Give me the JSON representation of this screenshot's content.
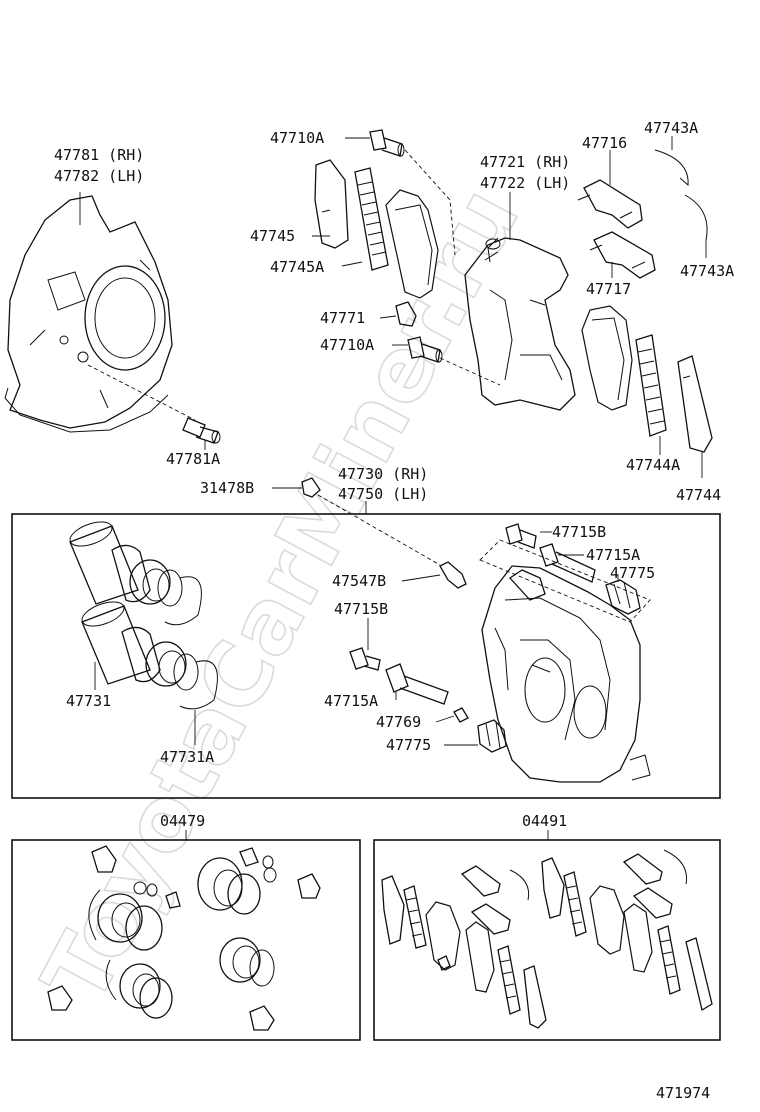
{
  "watermark": "ToyotaCarMiner.ru",
  "figure_number": "471974",
  "labels": {
    "p47781": "47781 (RH)",
    "p47782": "47782 (LH)",
    "p47781a": "47781A",
    "p47710a_top": "47710A",
    "p47745": "47745",
    "p47745a": "47745A",
    "p47771": "47771",
    "p47710a_mid": "47710A",
    "p47721": "47721 (RH)",
    "p47722": "47722 (LH)",
    "p47716": "47716",
    "p47717": "47717",
    "p47743a_top": "47743A",
    "p47743a_bot": "47743A",
    "p47744a": "47744A",
    "p47744": "47744",
    "p31478b": "31478B",
    "p47730": "47730 (RH)",
    "p47750": "47750 (LH)",
    "p47715b_top": "47715B",
    "p47715a_top": "47715A",
    "p47775_top": "47775",
    "p47547b": "47547B",
    "p47715b_mid": "47715B",
    "p47715a_mid": "47715A",
    "p47769": "47769",
    "p47775_bot": "47775",
    "p47731": "47731",
    "p47731a": "47731A",
    "kit_04479": "04479",
    "kit_04491": "04491"
  }
}
